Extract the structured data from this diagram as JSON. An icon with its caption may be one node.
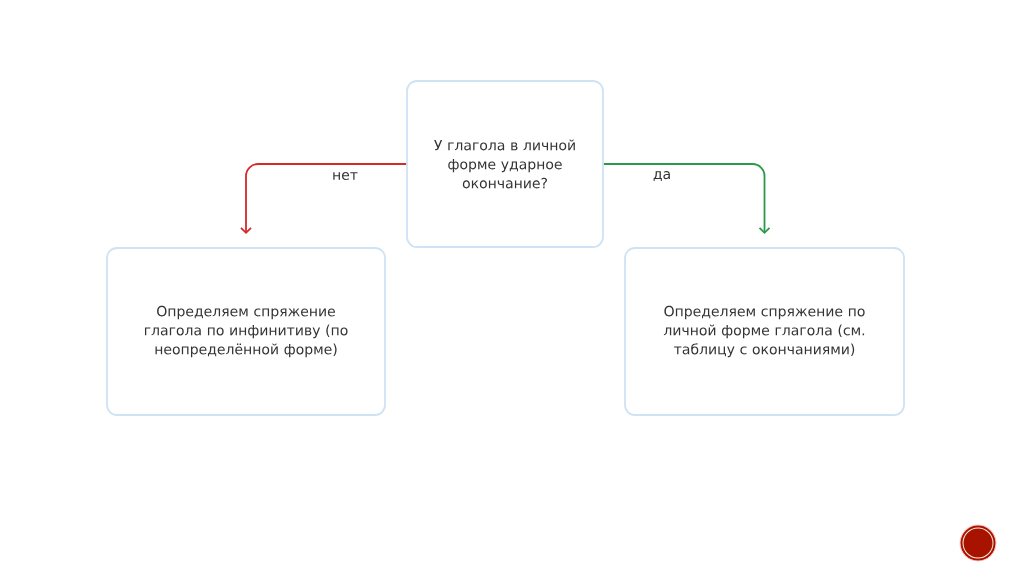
{
  "diagram": {
    "nodes": [
      {
        "text": [
          "У глагола в личной форме ударное окончание?"
        ]
      },
      {
        "text": [
          "Определяем спряжение глагола по инфинитиву (по неопределённой форме)"
        ]
      },
      {
        "text": [
          "Определяем спряжение по личной форме глагола (см. таблицу с окончаниями)"
        ]
      }
    ],
    "edges": [
      {
        "from": 0,
        "to": 1,
        "arrow": "to",
        "label": "нет",
        "color": "#d42a2a"
      },
      {
        "from": 0,
        "to": 2,
        "arrow": "to",
        "label": "да",
        "color": "#2a9a4a"
      }
    ]
  }
}
